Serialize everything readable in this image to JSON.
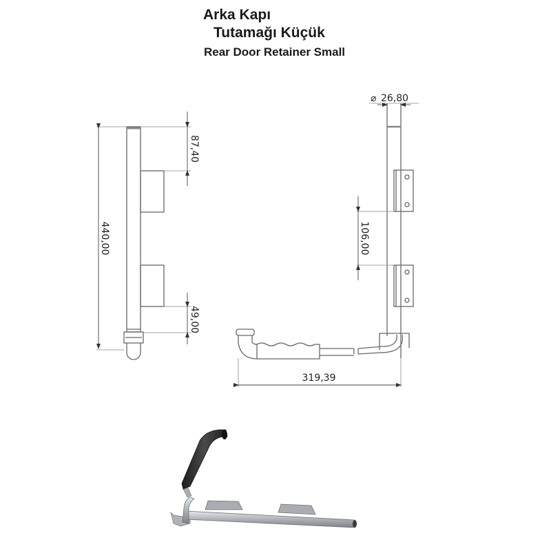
{
  "title": {
    "line1": "Arka Kapı",
    "line2": "Tutamağı Küçük",
    "line3": "Rear Door Retainer Small"
  },
  "side_view": {
    "dimensions": {
      "total_length": "440,00",
      "top_offset": "87,40",
      "bottom_offset": "49,00"
    }
  },
  "front_view": {
    "dimensions": {
      "diameter": "26,80",
      "bracket_spacing": "106,00",
      "handle_width": "319,39"
    },
    "diameter_symbol": "⌀"
  },
  "photo": {
    "description": "3D product render of rear door retainer with black rubber grip handle",
    "colors": {
      "grip": "#2a2a2a",
      "steel": "#b8bcc0"
    }
  },
  "colors": {
    "line": "#555555",
    "dim_line": "#777777",
    "text": "#1a1a1a"
  }
}
